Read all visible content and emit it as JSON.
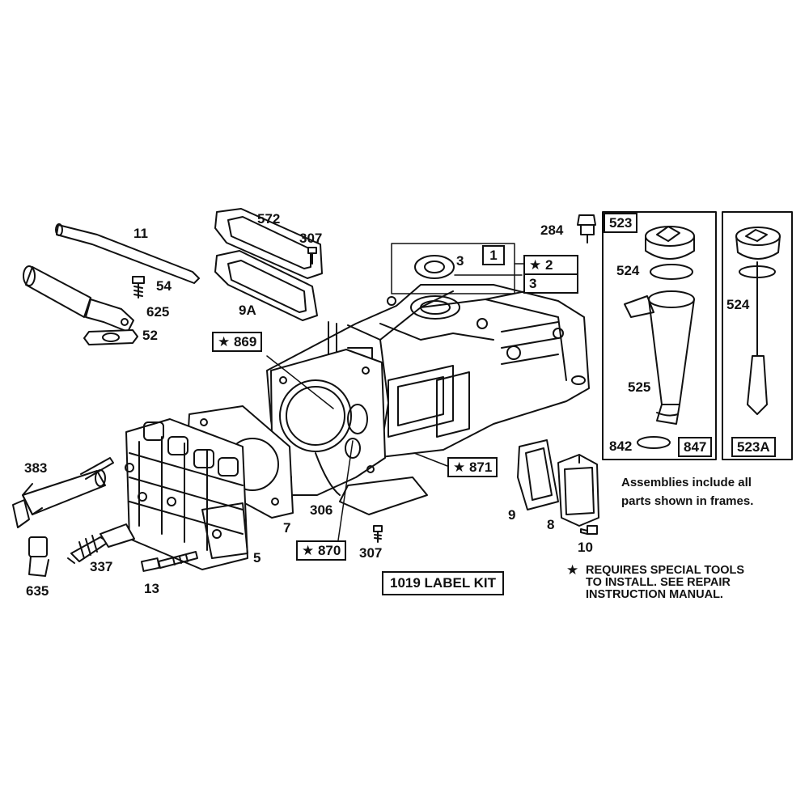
{
  "parts": {
    "p11": "11",
    "p54": "54",
    "p625": "625",
    "p52": "52",
    "p572": "572",
    "p307a": "307",
    "p9A": "9A",
    "p284": "284",
    "p3a": "3",
    "p1": "1",
    "p2": "★ 2",
    "p3b": "3",
    "p523": "523",
    "p524a": "524",
    "p525": "525",
    "p842": "842",
    "p847": "847",
    "p524b": "524",
    "p523A": "523A",
    "p869": "★ 869",
    "p871": "★ 871",
    "p870": "★ 870",
    "p306": "306",
    "p307b": "307",
    "p7": "7",
    "p5": "5",
    "p383": "383",
    "p337": "337",
    "p13": "13",
    "p635": "635",
    "p9": "9",
    "p8": "8",
    "p10": "10"
  },
  "notes": {
    "assemblies_line1": "Assemblies include all",
    "assemblies_line2": "parts shown in frames.",
    "star_symbol": "★",
    "star_line1": "REQUIRES SPECIAL TOOLS",
    "star_line2": "TO INSTALL.  SEE REPAIR",
    "star_line3": "INSTRUCTION MANUAL.",
    "label_kit": "1019 LABEL KIT"
  }
}
